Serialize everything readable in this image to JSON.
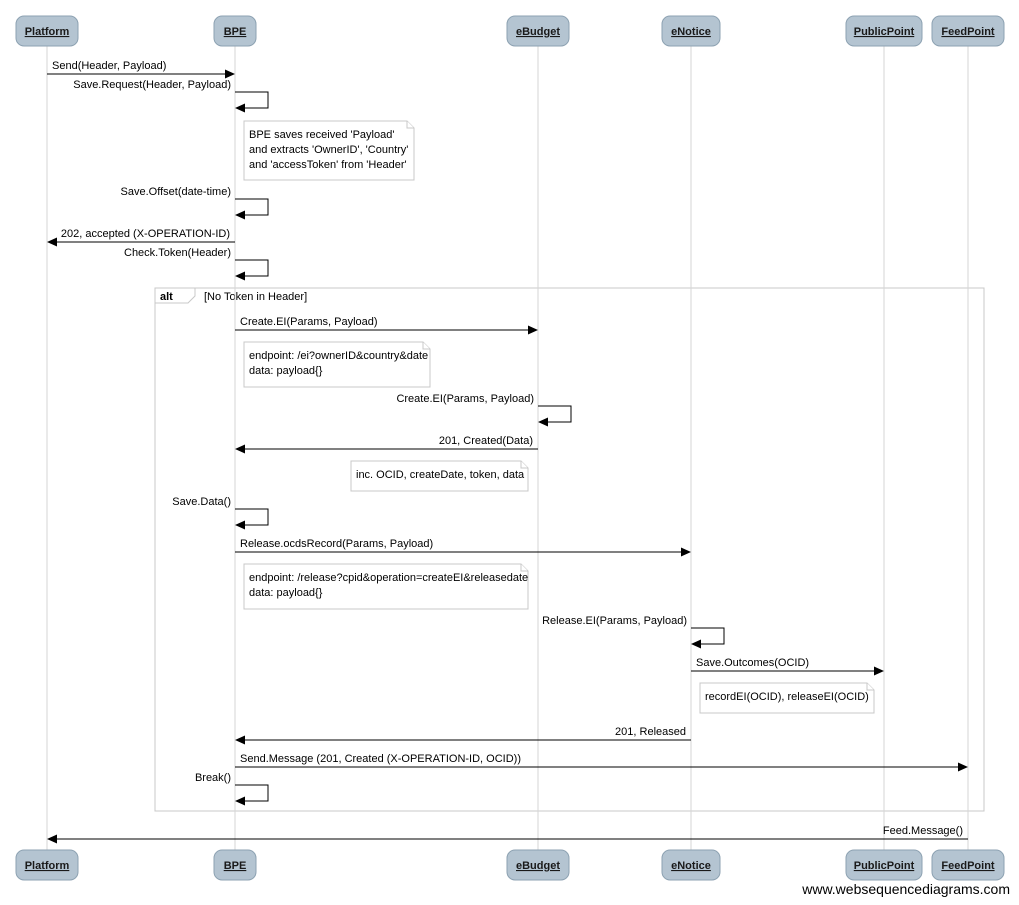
{
  "actors": [
    {
      "id": "platform",
      "label": "Platform"
    },
    {
      "id": "bpe",
      "label": "BPE"
    },
    {
      "id": "ebudget",
      "label": "eBudget"
    },
    {
      "id": "enotice",
      "label": "eNotice"
    },
    {
      "id": "publicpoint",
      "label": "PublicPoint"
    },
    {
      "id": "feedpoint",
      "label": "FeedPoint"
    }
  ],
  "messages": [
    {
      "from": "platform",
      "to": "bpe",
      "label": "Send(Header, Payload)"
    },
    {
      "from": "bpe",
      "to": "bpe",
      "label": "Save.Request(Header, Payload)"
    },
    {
      "from": "bpe",
      "to": "bpe",
      "label": "Save.Offset(date-time)"
    },
    {
      "from": "bpe",
      "to": "platform",
      "label": "202, accepted (X-OPERATION-ID)"
    },
    {
      "from": "bpe",
      "to": "bpe",
      "label": "Check.Token(Header)"
    },
    {
      "from": "bpe",
      "to": "ebudget",
      "label": "Create.EI(Params, Payload)"
    },
    {
      "from": "ebudget",
      "to": "ebudget",
      "label": "Create.EI(Params, Payload)"
    },
    {
      "from": "ebudget",
      "to": "bpe",
      "label": "201, Created(Data)"
    },
    {
      "from": "bpe",
      "to": "bpe",
      "label": "Save.Data()"
    },
    {
      "from": "bpe",
      "to": "enotice",
      "label": "Release.ocdsRecord(Params, Payload)"
    },
    {
      "from": "enotice",
      "to": "enotice",
      "label": "Release.EI(Params, Payload)"
    },
    {
      "from": "enotice",
      "to": "publicpoint",
      "label": "Save.Outcomes(OCID)"
    },
    {
      "from": "enotice",
      "to": "bpe",
      "label": "201, Released"
    },
    {
      "from": "bpe",
      "to": "feedpoint",
      "label": "Send.Message (201, Created (X-OPERATION-ID, OCID))"
    },
    {
      "from": "bpe",
      "to": "bpe",
      "label": "Break()"
    },
    {
      "from": "feedpoint",
      "to": "platform",
      "label": "Feed.Message()"
    }
  ],
  "notes": [
    {
      "lines": [
        "BPE saves received 'Payload'",
        "and extracts 'OwnerID', 'Country'",
        "and 'accessToken' from 'Header'"
      ]
    },
    {
      "lines": [
        "endpoint: /ei?ownerID&country&date",
        "data: payload{}"
      ]
    },
    {
      "lines": [
        "inc. OCID, createDate, token, data"
      ]
    },
    {
      "lines": [
        "endpoint: /release?cpid&operation=createEI&releasedate",
        "data: payload{}"
      ]
    },
    {
      "lines": [
        "recordEI(OCID), releaseEI(OCID)"
      ]
    }
  ],
  "frame": {
    "label": "alt",
    "condition": "[No Token in Header]"
  },
  "watermark": "www.websequencediagrams.com"
}
